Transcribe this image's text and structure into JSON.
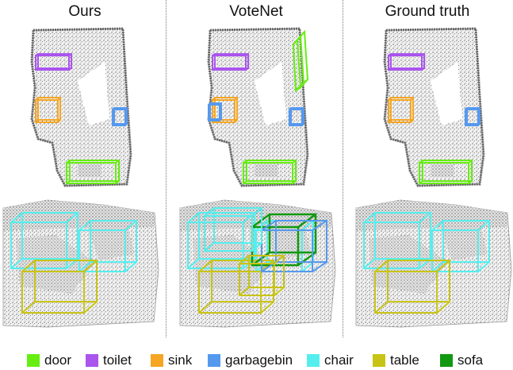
{
  "panels": [
    {
      "id": "ours",
      "title": "Ours"
    },
    {
      "id": "votenet",
      "title": "VoteNet"
    },
    {
      "id": "gt",
      "title": "Ground truth"
    }
  ],
  "legend": [
    {
      "key": "door",
      "label": "door",
      "color": "#66ee11"
    },
    {
      "key": "toilet",
      "label": "toilet",
      "color": "#aa55ee"
    },
    {
      "key": "sink",
      "label": "sink",
      "color": "#f5a623"
    },
    {
      "key": "garbagebin",
      "label": "garbagebin",
      "color": "#5599ee"
    },
    {
      "key": "chair",
      "label": "chair",
      "color": "#55eeee"
    },
    {
      "key": "table",
      "label": "table",
      "color": "#c8c416"
    },
    {
      "key": "sofa",
      "label": "sofa",
      "color": "#119911"
    }
  ]
}
